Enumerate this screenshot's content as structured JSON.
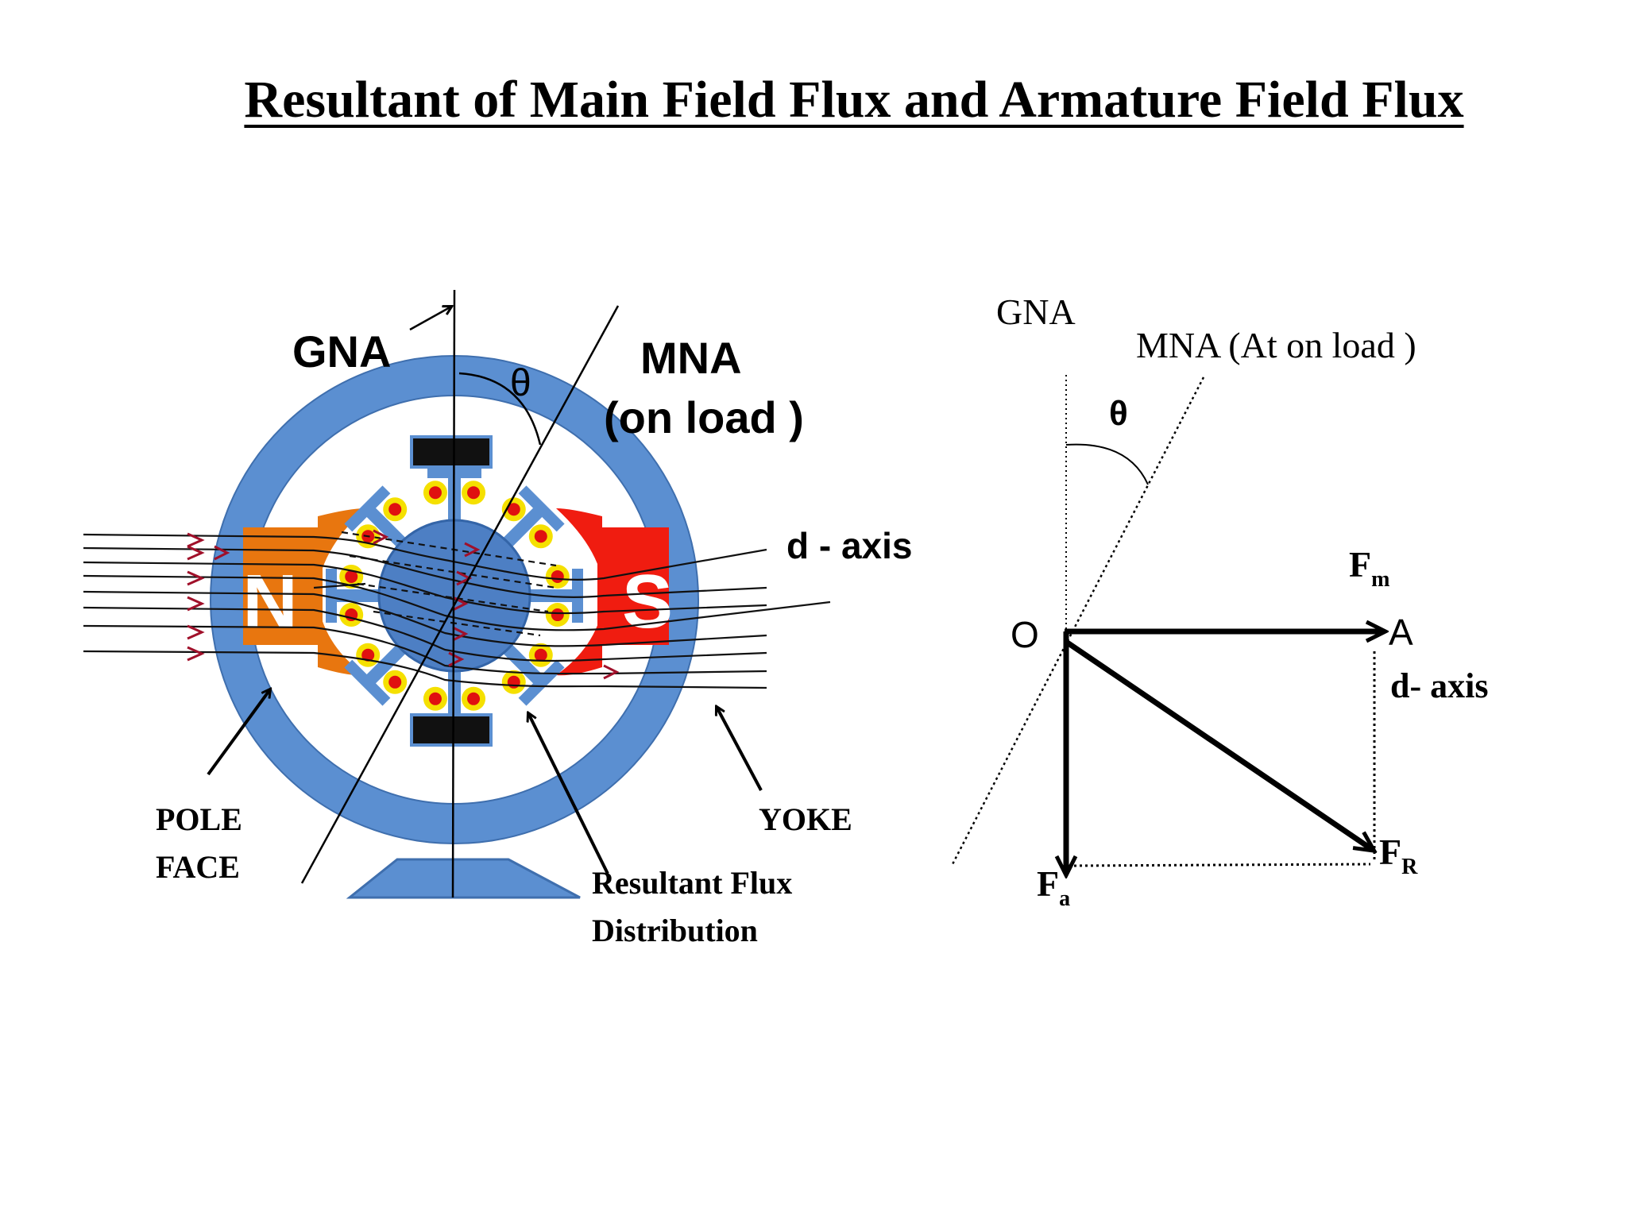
{
  "title": "Resultant of Main Field Flux and Armature Field Flux",
  "machine": {
    "gna_label": "GNA",
    "theta_label": "θ",
    "mna_label_line1": "MNA",
    "mna_label_line2": "(on load )",
    "d_axis_label": "d - axis",
    "north_label": "N",
    "south_label": "S",
    "pole_face_line1": "POLE",
    "pole_face_line2": "FACE",
    "yoke_label": "YOKE",
    "resultant_line1": "Resultant Flux",
    "resultant_line2": "Distribution"
  },
  "phasor": {
    "gna_label": "GNA",
    "mna_label": "MNA (At on load )",
    "theta_label": "θ",
    "o_label": "O",
    "a_label": "A",
    "fm_main": "F",
    "fm_sub": "m",
    "d_axis_label": "d- axis",
    "fr_main": "F",
    "fr_sub": "R",
    "fa_main": "F",
    "fa_sub": "a"
  },
  "colors": {
    "yoke": "#5b8fd1",
    "yoke_edge": "#3f6fae",
    "north_pole": "#e8760f",
    "south_pole": "#f01c10",
    "brush": "#111111",
    "conductor_ring": "#f5e000",
    "conductor_core": "#e01010",
    "flux_arrow": "#a0102a"
  }
}
